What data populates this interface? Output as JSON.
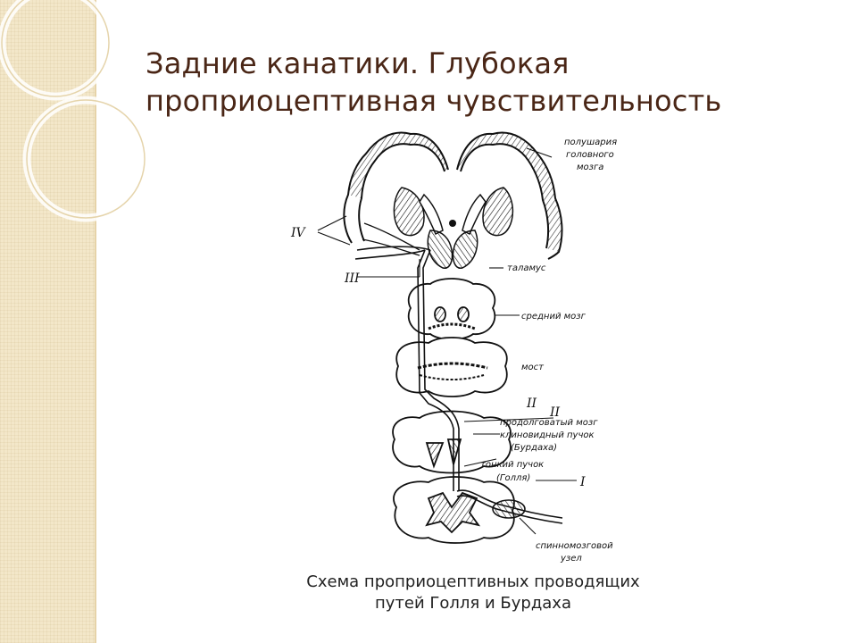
{
  "slide": {
    "title_line1": "Задние канатики. Глубокая",
    "title_line2": "проприоцептивная чувствительность",
    "caption_line1": "Схема проприоцептивных проводящих",
    "caption_line2": "путей Голля и Бурдаха"
  },
  "diagram": {
    "labels": {
      "hemispheres_1": "полушария",
      "hemispheres_2": "головного",
      "hemispheres_3": "мозга",
      "thalamus": "таламус",
      "midbrain": "средний мозг",
      "pons": "мост",
      "medulla": "продолговатый мозг",
      "burdach_1": "клиновидный пучок",
      "burdach_2": "(Бурдаха)",
      "goll_1": "тонкий пучок",
      "goll_2": "(Голля)",
      "ganglion_1": "спинномозговой",
      "ganglion_2": "узел"
    },
    "roman": {
      "iv": "IV",
      "iii": "III",
      "ii_a": "II",
      "ii_b": "II",
      "i": "I"
    }
  }
}
